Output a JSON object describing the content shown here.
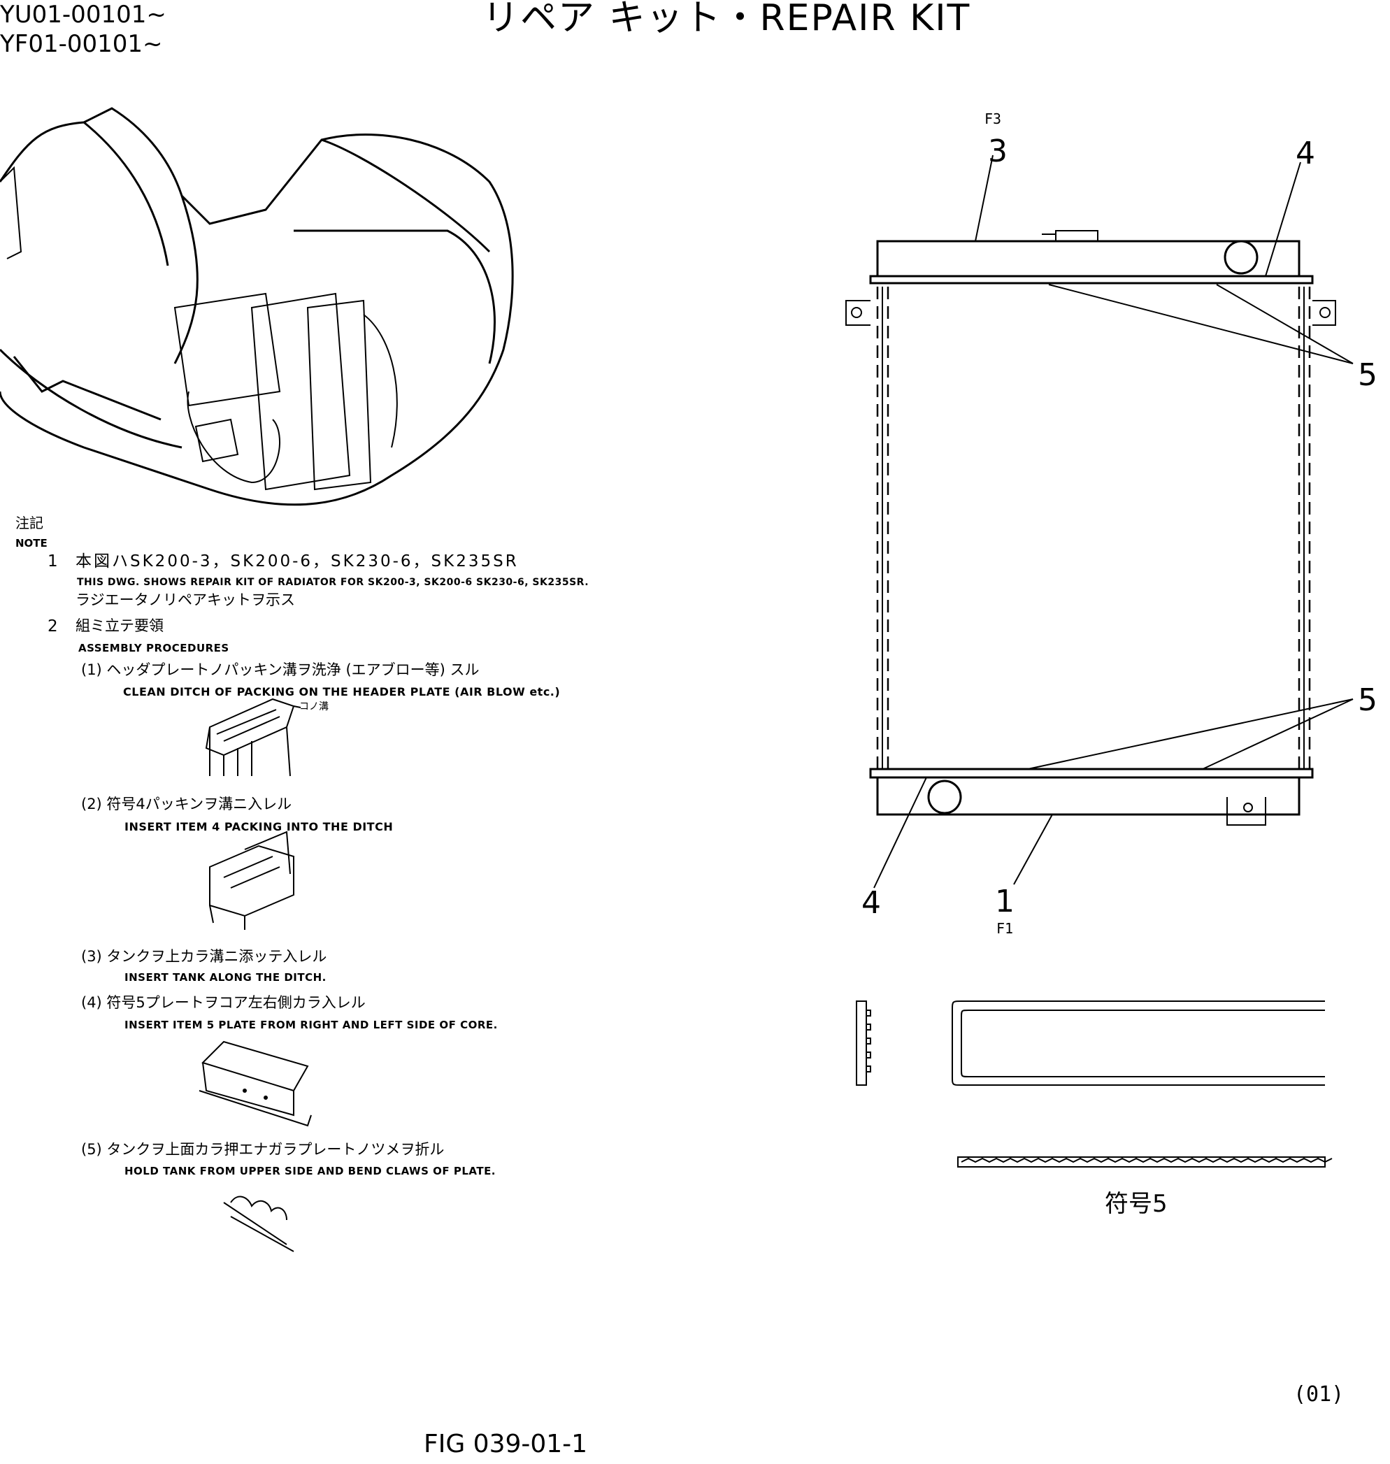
{
  "header": {
    "serial_1": "YU01-00101~",
    "serial_2": "YF01-00101~",
    "title": "リペア キット・REPAIR KIT"
  },
  "notes": {
    "heading_jp": "注記",
    "heading_en": "NOTE",
    "item1_num": "1",
    "item1_jp": "本図ハSK200-3，SK200-6，SK230-6，SK235SR",
    "item1_en": "THIS DWG. SHOWS REPAIR KIT OF RADIATOR FOR SK200-3, SK200-6 SK230-6, SK235SR.",
    "item1_jp2": "ラジエータノリペアキットヲ示ス",
    "item2_num": "2",
    "item2_jp": "組ミ立テ要領",
    "item2_en": "ASSEMBLY PROCEDURES",
    "steps": [
      {
        "jp": "(1) ヘッダプレートノパッキン溝ヲ洗浄 (エアブロー等) スル",
        "en": "CLEAN DITCH OF PACKING ON THE HEADER PLATE (AIR BLOW etc.)"
      },
      {
        "jp": "(2) 符号4パッキンヲ溝ニ入レル",
        "en": "INSERT ITEM 4 PACKING INTO THE DITCH"
      },
      {
        "jp": "(3) タンクヲ上カラ溝ニ添ッテ入レル",
        "en": "INSERT TANK ALONG THE DITCH."
      },
      {
        "jp": "(4) 符号5プレートヲコア左右側カラ入レル",
        "en": "INSERT ITEM 5 PLATE FROM RIGHT AND LEFT SIDE OF CORE."
      },
      {
        "jp": "(5) タンクヲ上面カラ押エナガラプレートノツメヲ折ル",
        "en": "HOLD TANK FROM UPPER SIDE AND BEND CLAWS OF PLATE."
      }
    ],
    "ditch_label": "コノ溝"
  },
  "callouts": {
    "f3": "F3",
    "c3": "3",
    "c4_top": "4",
    "c5_top": "5",
    "c5_bottom": "5",
    "c4_bottom": "4",
    "c1": "1",
    "f1": "F1",
    "item5_label": "符号5"
  },
  "footer": {
    "revision": "(01)",
    "fig": "FIG 039-01-1"
  }
}
